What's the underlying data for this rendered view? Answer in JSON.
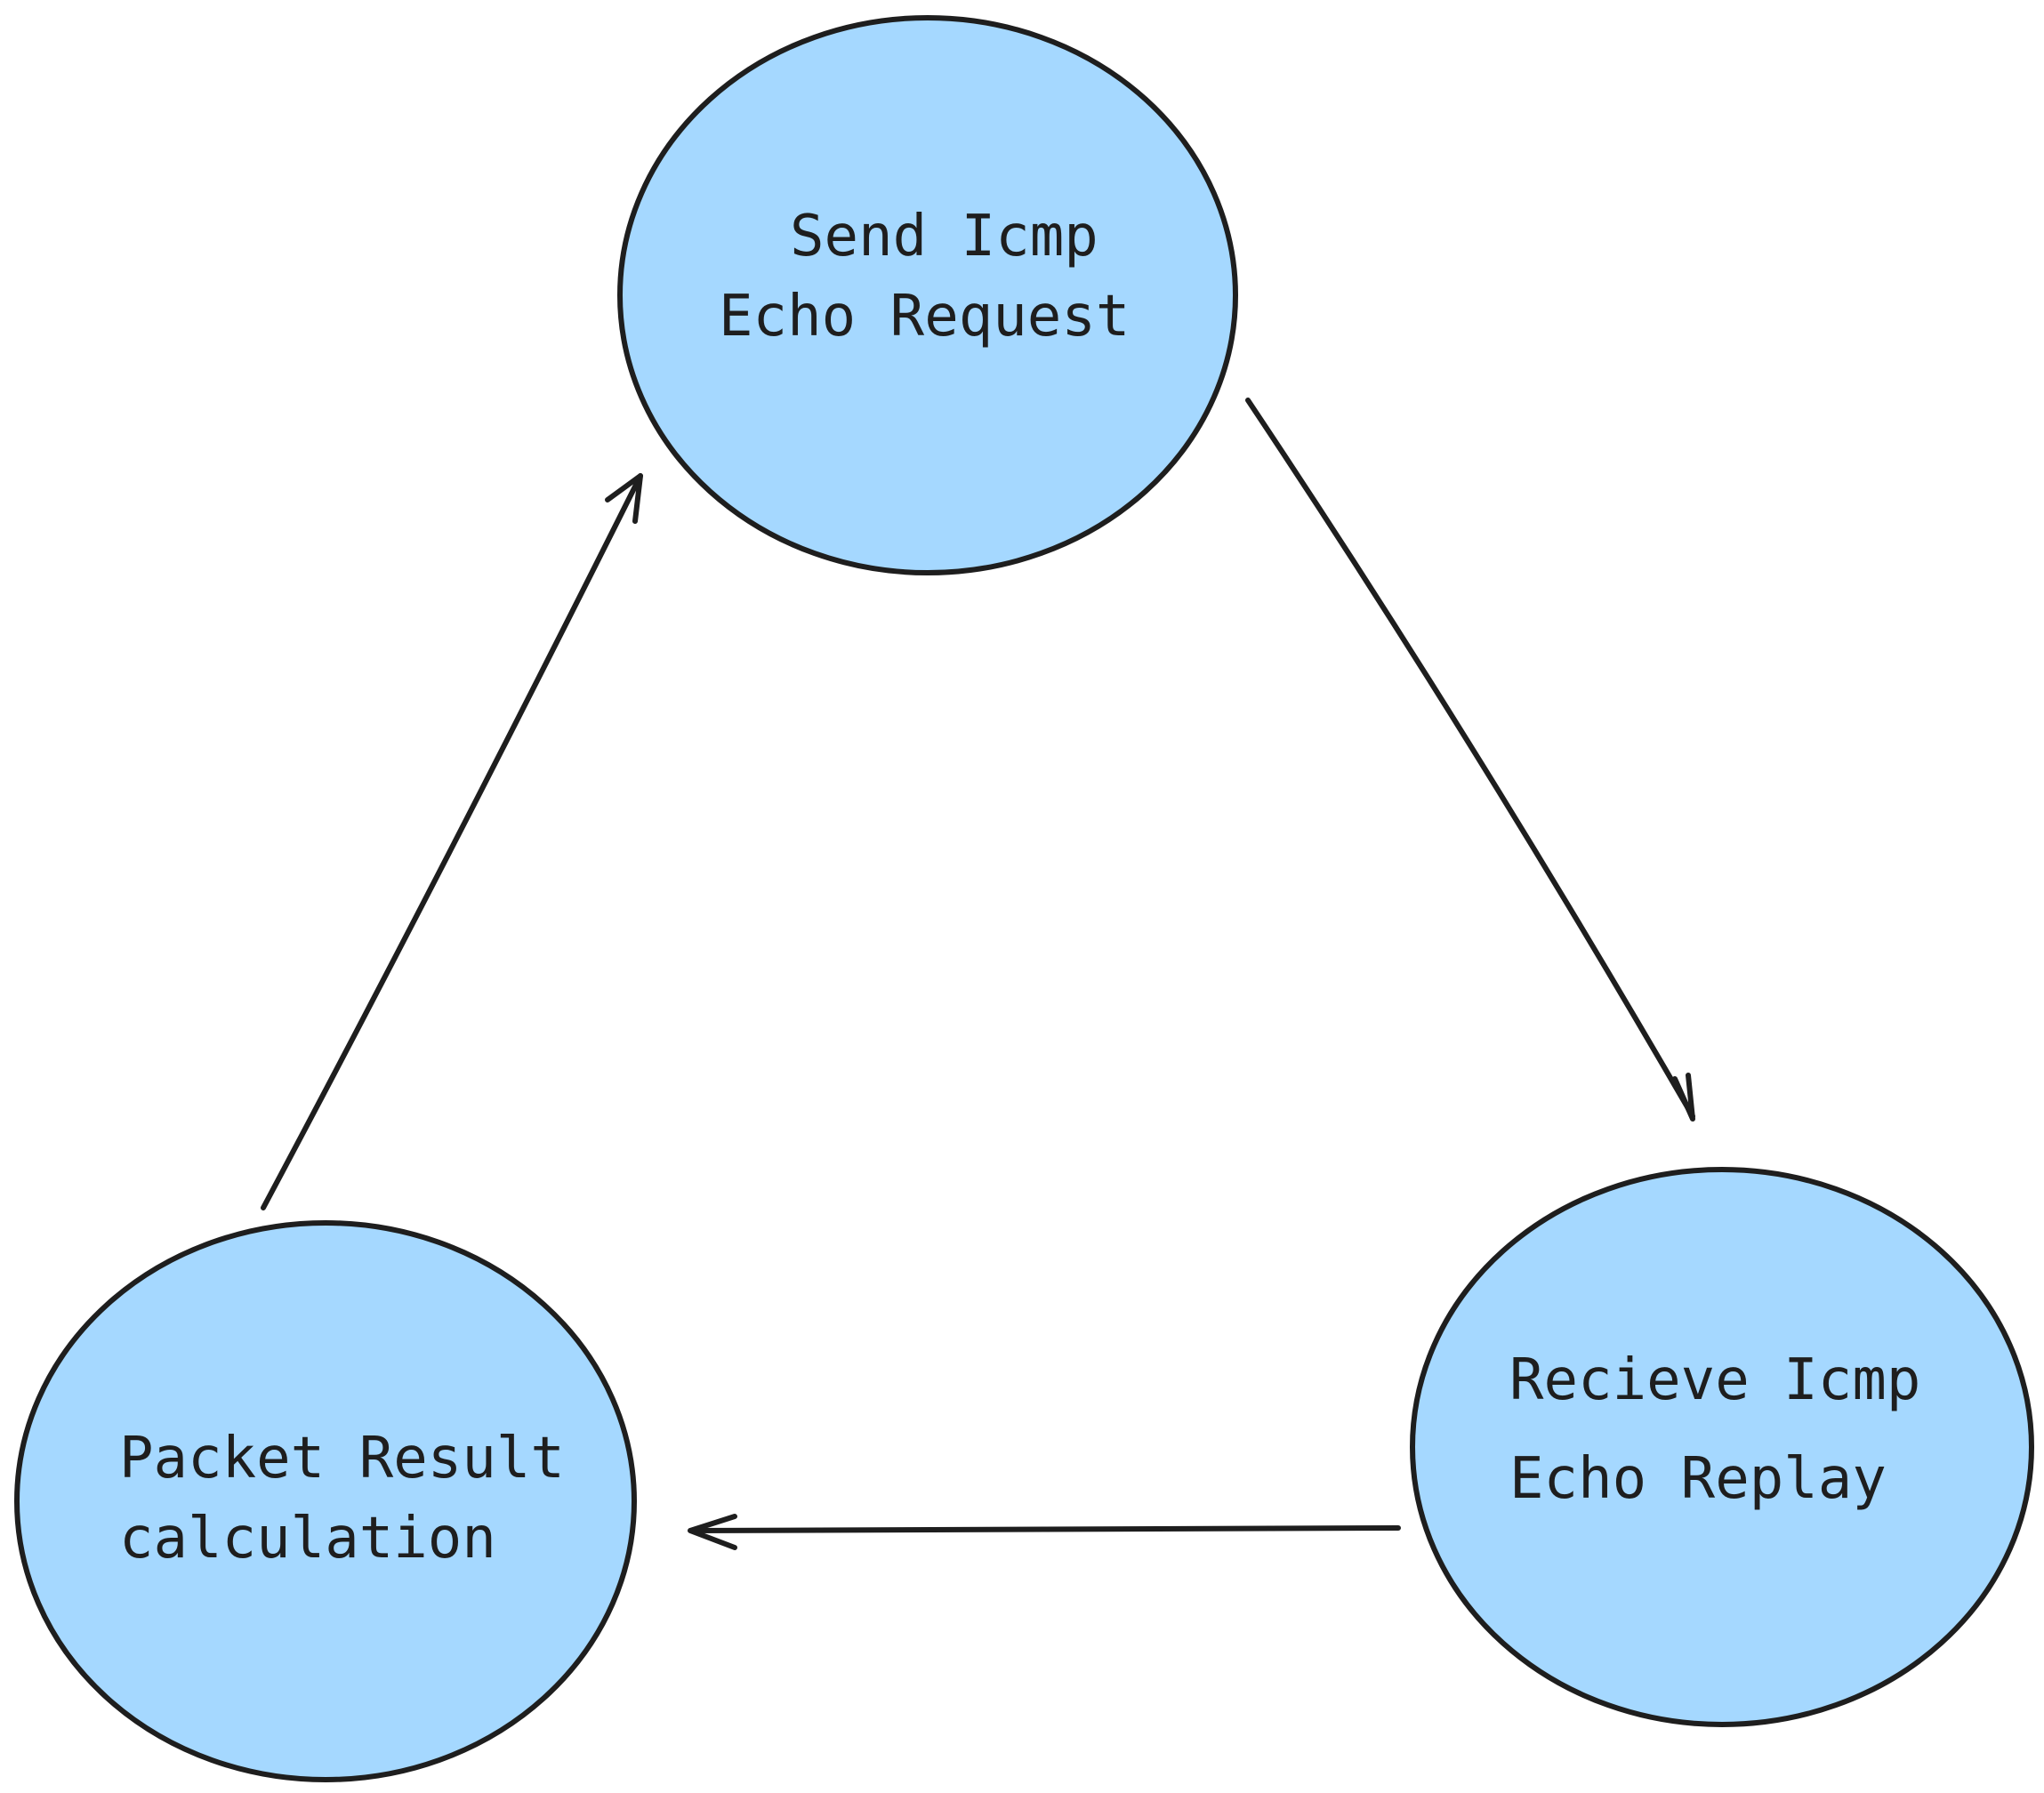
{
  "diagram": {
    "node_fill": "#a5d8ff",
    "stroke_color": "#1e1e1e",
    "nodes": [
      {
        "id": "send",
        "lines": [
          "Send Icmp",
          "Echo Request"
        ]
      },
      {
        "id": "receive",
        "lines": [
          "Recieve Icmp",
          "Echo Replay"
        ]
      },
      {
        "id": "packet",
        "lines": [
          "Packet Result",
          "calculation"
        ]
      }
    ],
    "edges": [
      {
        "from": "send",
        "to": "receive"
      },
      {
        "from": "receive",
        "to": "packet"
      },
      {
        "from": "packet",
        "to": "send"
      }
    ]
  }
}
